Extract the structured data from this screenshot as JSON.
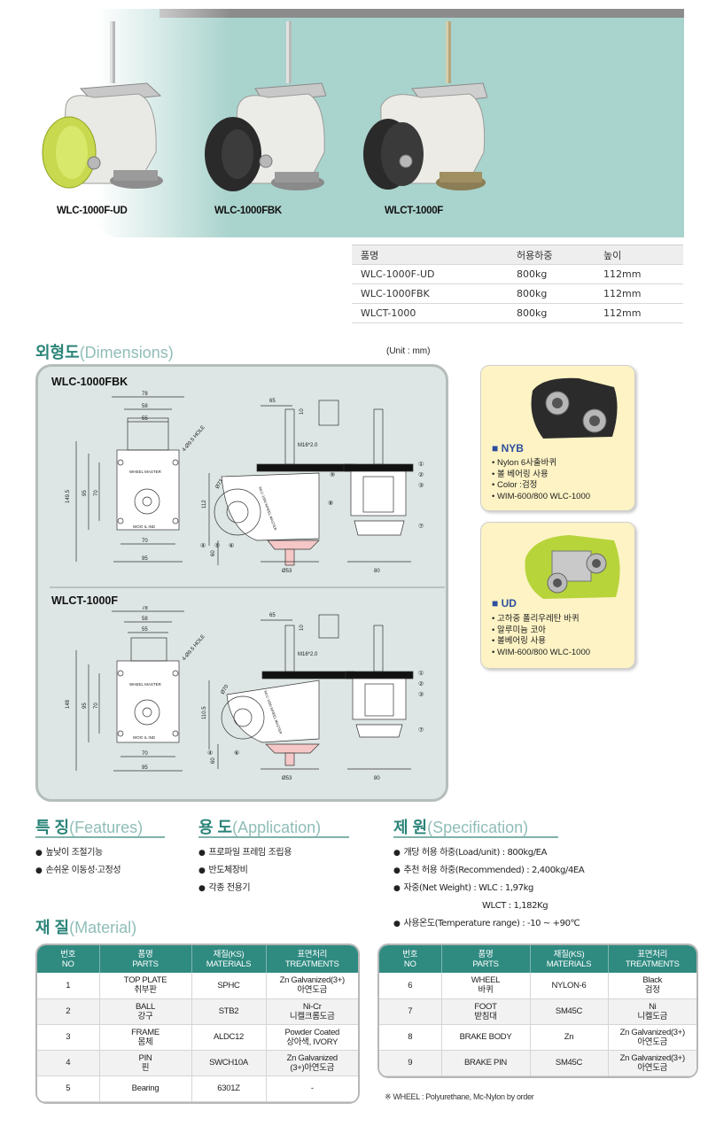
{
  "products": {
    "captions": [
      "WLC-1000F-UD",
      "WLC-1000FBK",
      "WLCT-1000F"
    ]
  },
  "spec_table": {
    "headers": [
      "품명",
      "허용하중",
      "높이"
    ],
    "rows": [
      [
        "WLC-1000F-UD",
        "800kg",
        "112mm"
      ],
      [
        "WLC-1000FBK",
        "800kg",
        "112mm"
      ],
      [
        "WLCT-1000",
        "800kg",
        "112mm"
      ]
    ]
  },
  "dimensions": {
    "title_ko": "외형도",
    "title_en": "(Dimensions)",
    "unit": "(Unit : mm)",
    "drawing1_label": "WLC-1000FBK",
    "drawing2_label": "WLCT-1000F",
    "d1": {
      "top_dims": [
        "78",
        "58",
        "55"
      ],
      "bottom_dims": [
        "70",
        "95"
      ],
      "left_dims": [
        "149.5",
        "95",
        "70"
      ],
      "hole": "4-Ø9.5 HOLE",
      "plate_top": "WHEEL MASTER",
      "plate_bottom": "WOO IL IND",
      "side_dims": [
        "65",
        "10",
        "M16*2.0",
        "112",
        "60",
        "Ø53",
        "Ø73"
      ],
      "side_text": "WLC-1000 WHEEL MASTER",
      "front_dims": [
        "80"
      ],
      "callouts": [
        "①",
        "②",
        "③",
        "④",
        "⑤",
        "⑥",
        "⑦",
        "⑧",
        "⑨"
      ]
    },
    "d2": {
      "top_dims": [
        "78",
        "58",
        "55"
      ],
      "bottom_dims": [
        "70",
        "95"
      ],
      "left_dims": [
        "148",
        "95",
        "70"
      ],
      "hole": "4-Ø9.5 HOLE",
      "plate_top": "WHEEL MASTER",
      "plate_bottom": "WOO IL IND",
      "side_dims": [
        "65",
        "10",
        "M16*2.0",
        "110.5",
        "60",
        "Ø53",
        "Ø70"
      ],
      "side_text": "WLC-1000 WHEEL MASTER",
      "front_dims": [
        "80"
      ],
      "callouts": [
        "①",
        "②",
        "③",
        "④",
        "⑥",
        "⑦"
      ]
    }
  },
  "cards": [
    {
      "title": "■ NYB",
      "items": [
        "• Nylon 6사출바퀴",
        "• 볼 베어링 사용",
        "• Color :검정",
        "• WIM-600/800 WLC-1000"
      ]
    },
    {
      "title": "■ UD",
      "items": [
        "• 고하중 폴리우레탄 바퀴",
        "• 알루미늄 코아",
        "• 볼베어링 사용",
        "• WIM-600/800 WLC-1000"
      ]
    }
  ],
  "features": {
    "title_ko": "특 징",
    "title_en": "(Features)",
    "items": [
      "높낮이 조절기능",
      "손쉬운 이동성·고정성"
    ]
  },
  "application": {
    "title_ko": "용 도",
    "title_en": "(Application)",
    "items": [
      "프로파일 프레임 조립용",
      "반도체장비",
      "각종 전용기"
    ]
  },
  "specification": {
    "title_ko": "제 원",
    "title_en": "(Specification)",
    "items": [
      "개당 허용 하중(Load/unit)  : 800kg/EA",
      "추천 허용 하중(Recommended) : 2,400kg/4EA",
      "자중(Net Weight) : WLC : 1,97kg",
      "WLCT : 1,182Kg",
      "사용온도(Temperature range) : -10 ~ +90℃"
    ]
  },
  "material": {
    "title_ko": "재 질",
    "title_en": "(Material)",
    "headers": [
      [
        "번호",
        "NO"
      ],
      [
        "품명",
        "PARTS"
      ],
      [
        "재질(KS)",
        "MATERIALS"
      ],
      [
        "표면처리",
        "TREATMENTS"
      ]
    ],
    "left_rows": [
      [
        "1",
        "TOP PLATE|취부판",
        "SPHC",
        "Zn Galvanized(3+)|아연도금"
      ],
      [
        "2",
        "BALL|강구",
        "STB2",
        "Ni-Cr|니켈크롬도금"
      ],
      [
        "3",
        "FRAME|몸체",
        "ALDC12",
        "Powder Coated|상아색, IVORY"
      ],
      [
        "4",
        "PIN|핀",
        "SWCH10A",
        "Zn Galvanized|(3+)아연도금"
      ],
      [
        "5",
        "Bearing",
        "6301Z",
        "-"
      ]
    ],
    "right_rows": [
      [
        "6",
        "WHEEL|바퀴",
        "NYLON-6",
        "Black|검정"
      ],
      [
        "7",
        "FOOT|받침대",
        "SM45C",
        "Ni|니켈도금"
      ],
      [
        "8",
        "BRAKE BODY",
        "Zn",
        "Zn Galvanized(3+)|아연도금"
      ],
      [
        "9",
        "BRAKE PIN",
        "SM45C",
        "Zn Galvanized(3+)|아연도금"
      ]
    ],
    "note": "※ WHEEL : Polyurethane, Mc-Nylon by order"
  }
}
